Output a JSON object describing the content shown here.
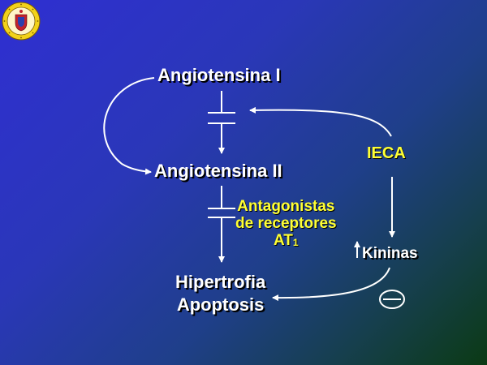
{
  "diagram": {
    "node_angiotensina_1": "Angiotensina I",
    "node_angiotensina_2": "Angiotensina II",
    "label_ieca": "IECA",
    "label_antagonistas": [
      "Antagonistas",
      "de receptores",
      "AT"
    ],
    "label_antagonistas_subscript": "1",
    "node_kininas": "Kininas",
    "node_outcome": [
      "Hipertrofia",
      "Apoptosis"
    ],
    "inhibition_symbol": "minus-in-circle"
  },
  "colors": {
    "node_text": "#ffffff",
    "drug_text": "#ffff33",
    "arrows": "#ffffff",
    "background_top_left": "#2f2fd2",
    "background_bottom_right": "#0b3a14",
    "logo_gold": "#f2d21a",
    "logo_red": "#c2232d"
  },
  "logo": {
    "icon": "university-seal"
  }
}
